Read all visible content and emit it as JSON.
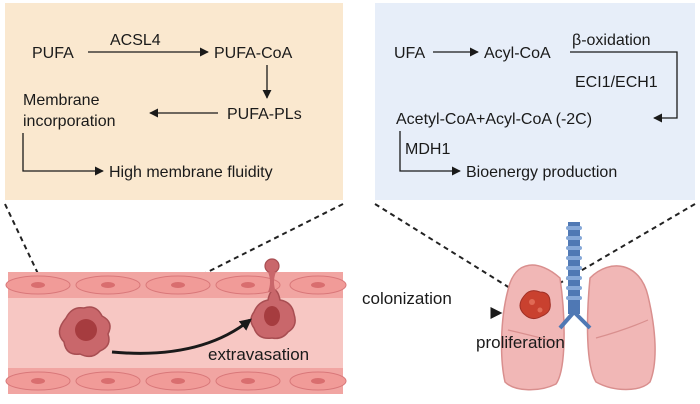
{
  "colors": {
    "left_panel": "#fae8cf",
    "right_panel": "#e7eef9",
    "vessel_band": "#f3a9a6",
    "vessel_inner": "#f7c7c3",
    "tumor_cell": "#c9676b",
    "tumor_nucleus": "#a63c3f",
    "lung": "#f1b7b6",
    "trachea": "#4f78b4"
  },
  "left_panel": {
    "pufa": "PUFA",
    "acsl4": "ACSL4",
    "pufa_coa": "PUFA-CoA",
    "pufa_pls": "PUFA-PLs",
    "membrane_line1": "Membrane",
    "membrane_line2": "incorporation",
    "fluidity": "High membrane fluidity"
  },
  "right_panel": {
    "ufa": "UFA",
    "acyl_coa": "Acyl-CoA",
    "beta_oxidation": "β-oxidation",
    "eci1_ech1": "ECI1/ECH1",
    "acetyl_line": "Acetyl-CoA+Acyl-CoA (-2C)",
    "mdh1": "MDH1",
    "bioenergy": "Bioenergy production"
  },
  "bottom": {
    "extravasation": "extravasation",
    "colonization": "colonization",
    "proliferation": "proliferation"
  }
}
